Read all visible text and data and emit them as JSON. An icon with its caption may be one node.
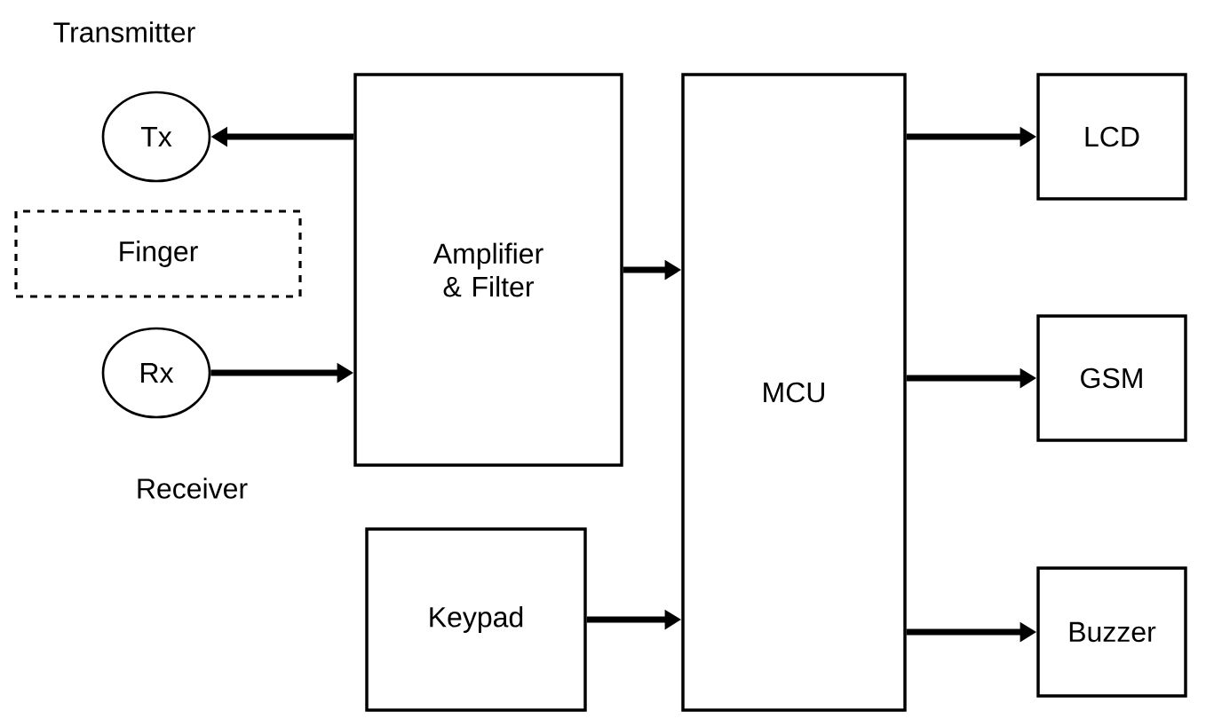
{
  "diagram": {
    "nodes": [
      {
        "text": [
          "Tx"
        ],
        "beside": [
          "Transmitter"
        ]
      },
      {
        "text": [
          "Finger"
        ]
      },
      {
        "text": [
          "Rx"
        ],
        "beside": [
          "Receiver"
        ]
      },
      {
        "text": [
          "Amplifier & Filter"
        ]
      },
      {
        "text": [
          "Keypad"
        ]
      },
      {
        "text": [
          "MCU"
        ]
      },
      {
        "text": [
          "LCD"
        ]
      },
      {
        "text": [
          "GSM"
        ]
      },
      {
        "text": [
          "Buzzer"
        ]
      }
    ],
    "edges": [
      {
        "from": 3,
        "to": 0,
        "arrow": "to"
      },
      {
        "from": 2,
        "to": 3,
        "arrow": "to"
      },
      {
        "from": 3,
        "to": 5,
        "arrow": "to"
      },
      {
        "from": 4,
        "to": 5,
        "arrow": "to"
      },
      {
        "from": 5,
        "to": 6,
        "arrow": "to"
      },
      {
        "from": 5,
        "to": 7,
        "arrow": "to"
      },
      {
        "from": 5,
        "to": 8,
        "arrow": "to"
      }
    ]
  }
}
